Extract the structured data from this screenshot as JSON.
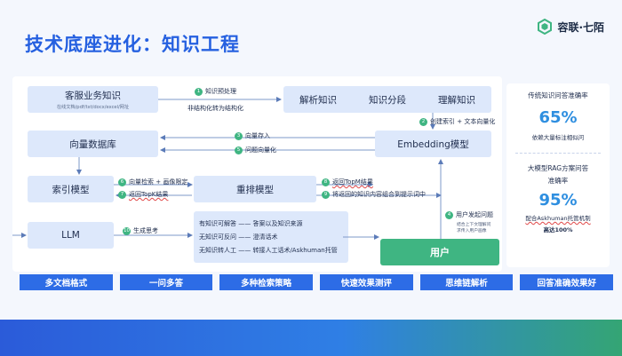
{
  "header": {
    "title": "技术底座进化：知识工程",
    "brand_name": "容联·七陌",
    "brand_color": "#3fb582"
  },
  "diagram": {
    "kb_box": {
      "title": "客服业务知识",
      "formats": "在线文档/pdf/txt/docx/excel/网址"
    },
    "analysis_steps": [
      "解析知识",
      "知识分段",
      "理解知识"
    ],
    "vector_db": "向量数据库",
    "embedding": "Embedding模型",
    "index_model": "索引模型",
    "rerank_model": "重排模型",
    "llm": "LLM",
    "user": "用户",
    "answers": [
      "有知识可解答 —— 答案以及知识来源",
      "无知识可反问 —— 澄清话术",
      "无知识转人工 —— 转接人工话术/Askhuman托管"
    ],
    "steps": {
      "s1": {
        "num": "1",
        "label": "知识预处理",
        "sub": "非结构化转为结构化"
      },
      "s2": {
        "num": "2",
        "label": "创建索引 + 文本向量化"
      },
      "s3": {
        "num": "3",
        "label": "向量存入"
      },
      "s4": {
        "num": "4",
        "label": "用户发起问题",
        "sub1": "结合上下文理解问",
        "sub2": "求传入用户画像"
      },
      "s5": {
        "num": "5",
        "label": "问题向量化"
      },
      "s6": {
        "num": "6",
        "label": "向量检索 + 画像限定"
      },
      "s7": {
        "num": "7",
        "label": "返回TopK结果"
      },
      "s8": {
        "num": "8",
        "label": "返回TopM结果"
      },
      "s9": {
        "num": "9",
        "label": "将返回的知识内容组合到提示词中"
      },
      "s10": {
        "num": "10",
        "label": "生成思考"
      }
    }
  },
  "stats": {
    "traditional": {
      "label": "传统知识问答准确率",
      "value": "65%",
      "note": "依赖大量标注相似问"
    },
    "llm": {
      "label1": "大模型RAG方案问答",
      "label2": "准确率",
      "value": "95%",
      "note": "配合Askhuman托管机制",
      "note2": "高达100%"
    }
  },
  "tags": [
    "多文档格式",
    "一问多答",
    "多种检索策略",
    "快速效果测评",
    "思维链解析",
    "回答准确效果好"
  ]
}
